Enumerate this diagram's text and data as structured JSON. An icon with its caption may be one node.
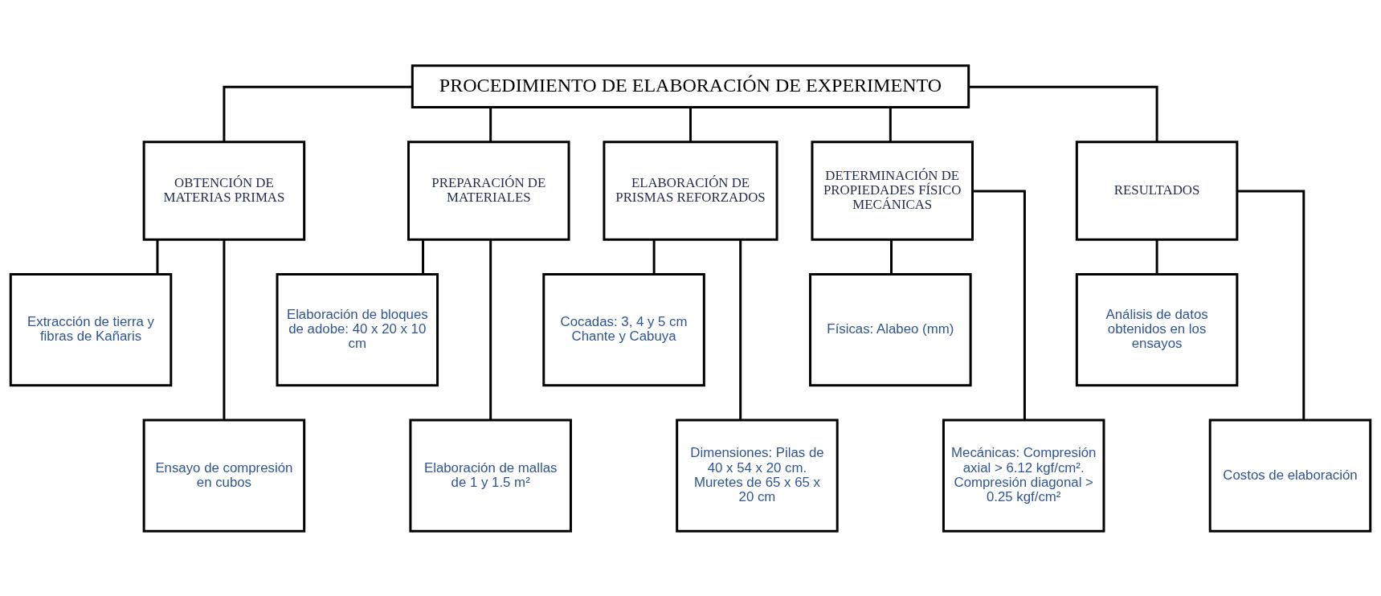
{
  "diagram": {
    "nodes": [
      {
        "text": [
          "PROCEDIMIENTO DE ELABORACIÓN DE EXPERIMENTO"
        ]
      },
      {
        "text": [
          "OBTENCIÓN DE MATERIAS PRIMAS"
        ]
      },
      {
        "text": [
          "PREPARACIÓN DE MATERIALES"
        ]
      },
      {
        "text": [
          "ELABORACIÓN DE PRISMAS REFORZADOS"
        ]
      },
      {
        "text": [
          "DETERMINACIÓN DE PROPIEDADES FÍSICO MECÁNICAS"
        ]
      },
      {
        "text": [
          "RESULTADOS"
        ]
      },
      {
        "text": [
          "Extracción de tierra y fibras de Kañaris"
        ]
      },
      {
        "text": [
          "Elaboración de bloques de adobe: 40 x 20 x 10 cm"
        ]
      },
      {
        "text": [
          "Cocadas: 3, 4 y 5 cm Chante y Cabuya"
        ]
      },
      {
        "text": [
          "Físicas: Alabeo (mm)"
        ]
      },
      {
        "text": [
          "Análisis de datos obtenidos en los ensayos"
        ]
      },
      {
        "text": [
          "Ensayo de compresión en cubos"
        ]
      },
      {
        "text": [
          "Elaboración de mallas de 1 y 1.5 m²"
        ]
      },
      {
        "text": [
          "Dimensiones: Pilas de 40 x 54 x 20 cm. Muretes de 65 x 65 x 20 cm"
        ]
      },
      {
        "text": [
          "Mecánicas: Compresión axial > 6.12 kgf/cm². Compresión diagonal > 0.25 kgf/cm²"
        ]
      },
      {
        "text": [
          "Costos de elaboración"
        ]
      }
    ],
    "edges": [
      {
        "from": 0,
        "to": 1,
        "arrow": "none"
      },
      {
        "from": 0,
        "to": 2,
        "arrow": "none"
      },
      {
        "from": 0,
        "to": 3,
        "arrow": "none"
      },
      {
        "from": 0,
        "to": 4,
        "arrow": "none"
      },
      {
        "from": 0,
        "to": 5,
        "arrow": "none"
      },
      {
        "from": 1,
        "to": 6,
        "arrow": "none"
      },
      {
        "from": 1,
        "to": 11,
        "arrow": "none"
      },
      {
        "from": 2,
        "to": 7,
        "arrow": "none"
      },
      {
        "from": 2,
        "to": 12,
        "arrow": "none"
      },
      {
        "from": 3,
        "to": 8,
        "arrow": "none"
      },
      {
        "from": 3,
        "to": 13,
        "arrow": "none"
      },
      {
        "from": 4,
        "to": 9,
        "arrow": "none"
      },
      {
        "from": 4,
        "to": 14,
        "arrow": "none"
      },
      {
        "from": 5,
        "to": 10,
        "arrow": "none"
      },
      {
        "from": 5,
        "to": 15,
        "arrow": "none"
      }
    ]
  }
}
